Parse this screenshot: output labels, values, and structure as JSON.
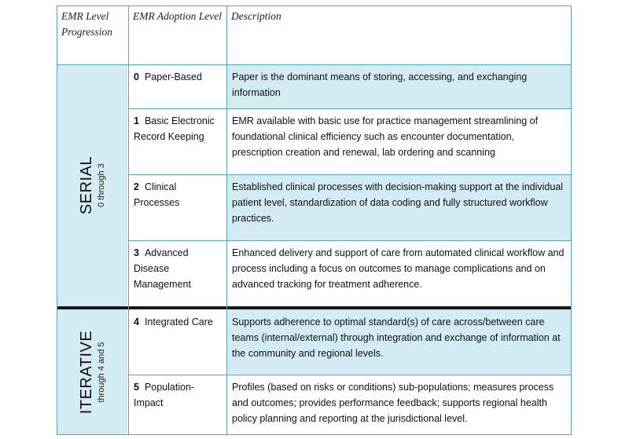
{
  "header": {
    "col1": "EMR Level Progression",
    "col2": "EMR Adoption Level",
    "col3": "Description"
  },
  "groups": [
    {
      "title": "SERIAL",
      "subtitle": "0 through 3"
    },
    {
      "title": "ITERATIVE",
      "subtitle": "through 4 and 5"
    }
  ],
  "rows": [
    {
      "num": "0",
      "level": "Paper-Based",
      "description": "Paper is the dominant means of storing, accessing, and exchanging information"
    },
    {
      "num": "1",
      "level": "Basic Electronic Record Keeping",
      "description": "EMR available with basic use for practice management streamlining of foundational clinical efficiency such as encounter documentation, prescription creation and renewal, lab ordering and scanning"
    },
    {
      "num": "2",
      "level": "Clinical Processes",
      "description": "Established clinical processes with decision-making support at the individual patient level, standardization of data coding and fully structured workflow practices."
    },
    {
      "num": "3",
      "level": "Advanced Disease Management",
      "description": "Enhanced delivery and support of care from automated clinical workflow and process including a focus on outcomes to manage complications and on advanced tracking for treatment adherence."
    },
    {
      "num": "4",
      "level": "Integrated Care",
      "description": "Supports adherence to optimal standard(s) of care  across/between care teams (internal/external) through integration and exchange of information at the community and regional levels."
    },
    {
      "num": "5",
      "level": "Population-Impact",
      "description": "Profiles (based on risks or conditions) sub-populations; measures process and outcomes; provides performance feedback; supports regional health policy planning and reporting at the jurisdictional level."
    }
  ],
  "colors": {
    "shade": "#d3ebf3",
    "rule": "#5aa2bd",
    "divider": "#1a1a1a"
  }
}
